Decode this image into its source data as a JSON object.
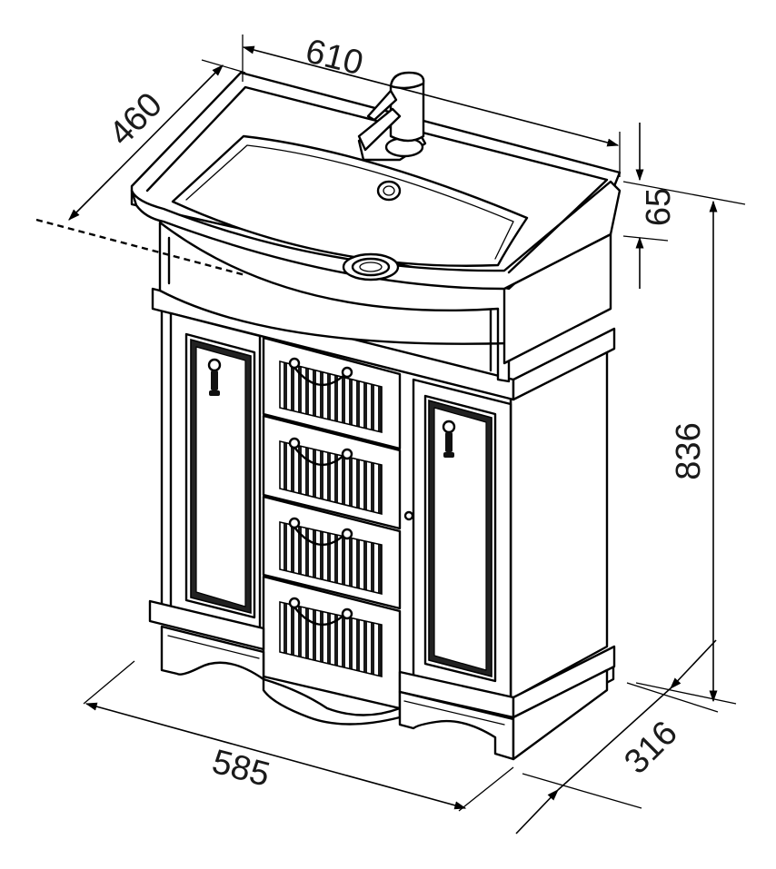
{
  "dimensions": {
    "width_top": "610",
    "depth_top": "460",
    "sink_thickness": "65",
    "height_total": "836",
    "width_base": "585",
    "depth_base": "316"
  },
  "colors": {
    "line": "#000000",
    "background": "#ffffff",
    "panel_inlay": "#222222"
  }
}
